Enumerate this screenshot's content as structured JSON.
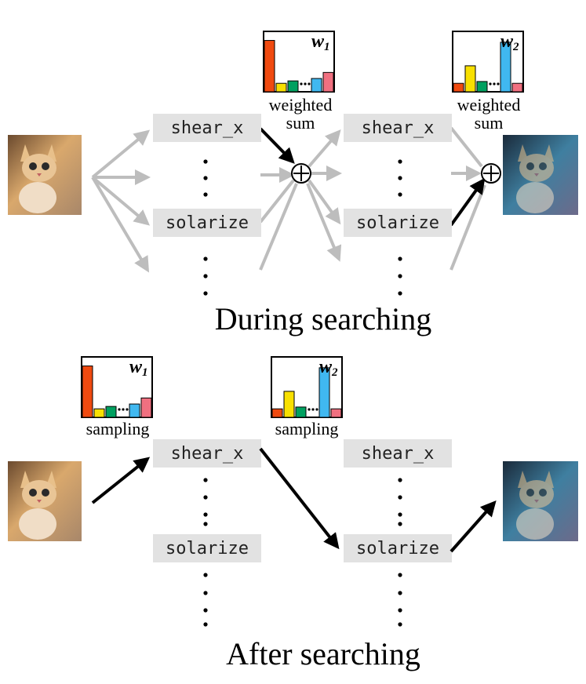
{
  "ops": {
    "shear_x": "shear_x",
    "solarize": "solarize"
  },
  "titles": {
    "during": "During searching",
    "after": "After searching"
  },
  "captions": {
    "weighted": "weighted",
    "sum": "sum",
    "sampling": "sampling"
  },
  "weights": {
    "w1": {
      "letter": "w",
      "sub": "1",
      "values": [
        0.85,
        0.14,
        0.18,
        0.2,
        0.22,
        0.32
      ]
    },
    "w2": {
      "letter": "w",
      "sub": "2",
      "values": [
        0.14,
        0.43,
        0.17,
        0.2,
        0.82,
        0.14
      ]
    }
  },
  "colors": {
    "bar": [
      "#f04a10",
      "#f8e000",
      "#00a060",
      "#000000",
      "#40b8f0",
      "#f07080"
    ],
    "op_box": "#e2e2e2",
    "arrow_gray": "#bdbdbd",
    "arrow_black": "#000000"
  }
}
